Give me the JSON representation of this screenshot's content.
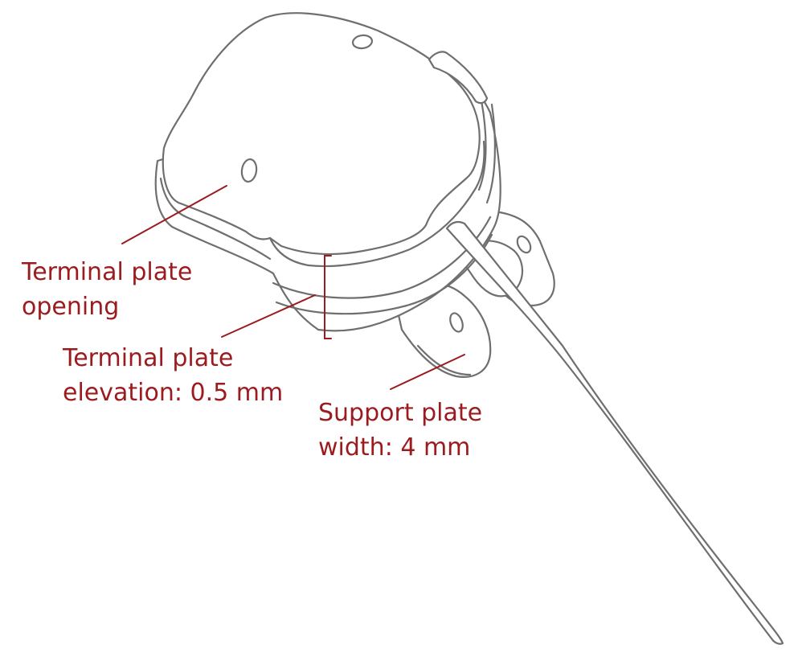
{
  "annotations": {
    "terminal_plate_opening": [
      "Terminal plate",
      "opening"
    ],
    "terminal_plate_elevation": [
      "Terminal plate",
      "elevation: 0.5 mm"
    ],
    "support_plate_width": [
      "Support plate",
      "width: 4 mm"
    ]
  },
  "colors": {
    "annotation": "#9b1b1f",
    "outline": "#6f6f6f",
    "background": "#ffffff"
  }
}
